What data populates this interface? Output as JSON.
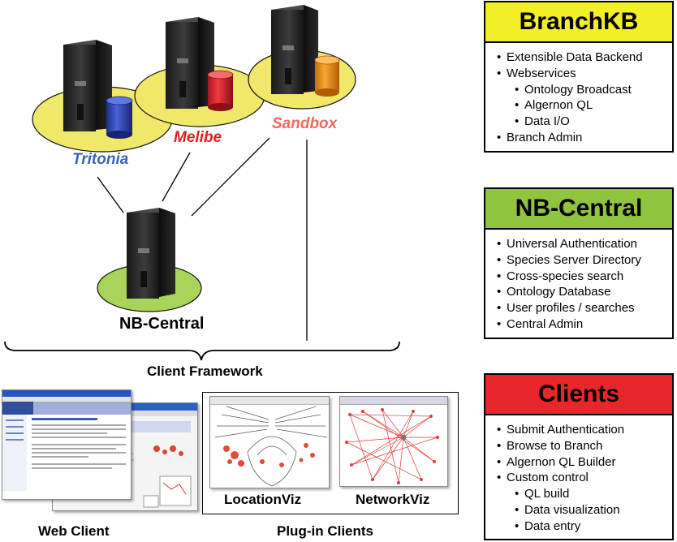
{
  "servers": {
    "tritonia": "Tritonia",
    "melibe": "Melibe",
    "sandbox": "Sandbox",
    "central": "NB-Central"
  },
  "framework_label": "Client Framework",
  "clients": {
    "web_client": "Web Client",
    "plugin_clients": "Plug-in Clients",
    "location_viz": "LocationViz",
    "network_viz": "NetworkViz"
  },
  "panels": {
    "branchkb": {
      "title": "BranchKB",
      "color": "#f2ee28",
      "items": [
        {
          "text": "Extensible Data Backend",
          "level": 1
        },
        {
          "text": "Webservices",
          "level": 1
        },
        {
          "text": "Ontology Broadcast",
          "level": 2
        },
        {
          "text": "Algernon QL",
          "level": 2
        },
        {
          "text": "Data I/O",
          "level": 2
        },
        {
          "text": "Branch Admin",
          "level": 1
        }
      ]
    },
    "nbcentral": {
      "title": "NB-Central",
      "color": "#8fc43f",
      "items": [
        {
          "text": "Universal Authentication",
          "level": 1
        },
        {
          "text": "Species Server Directory",
          "level": 1
        },
        {
          "text": "Cross-species search",
          "level": 1
        },
        {
          "text": "Ontology Database",
          "level": 1
        },
        {
          "text": "User profiles / searches",
          "level": 1
        },
        {
          "text": "Central Admin",
          "level": 1
        }
      ]
    },
    "clients": {
      "title": "Clients",
      "color": "#e8262b",
      "items": [
        {
          "text": "Submit Authentication",
          "level": 1
        },
        {
          "text": "Browse to Branch",
          "level": 1
        },
        {
          "text": "Algernon QL Builder",
          "level": 1
        },
        {
          "text": "Custom control",
          "level": 1
        },
        {
          "text": "QL build",
          "level": 2
        },
        {
          "text": "Data visualization",
          "level": 2
        },
        {
          "text": "Data entry",
          "level": 2
        }
      ]
    }
  },
  "colors": {
    "tritonia_label": "#3a64b4",
    "melibe_label": "#e0201f",
    "sandbox_label": "#f06a5a",
    "platter": "#efe86a",
    "central_platter": "#a9d45a",
    "tower": "#2a2a2a",
    "tritonia_db": "#2c3fa8",
    "melibe_db": "#d8222a",
    "sandbox_db": "#ef8a12"
  },
  "icons": [
    "server-tower-icon",
    "database-cylinder-icon",
    "browser-window-icon",
    "network-graph-icon",
    "anatomy-map-icon"
  ]
}
